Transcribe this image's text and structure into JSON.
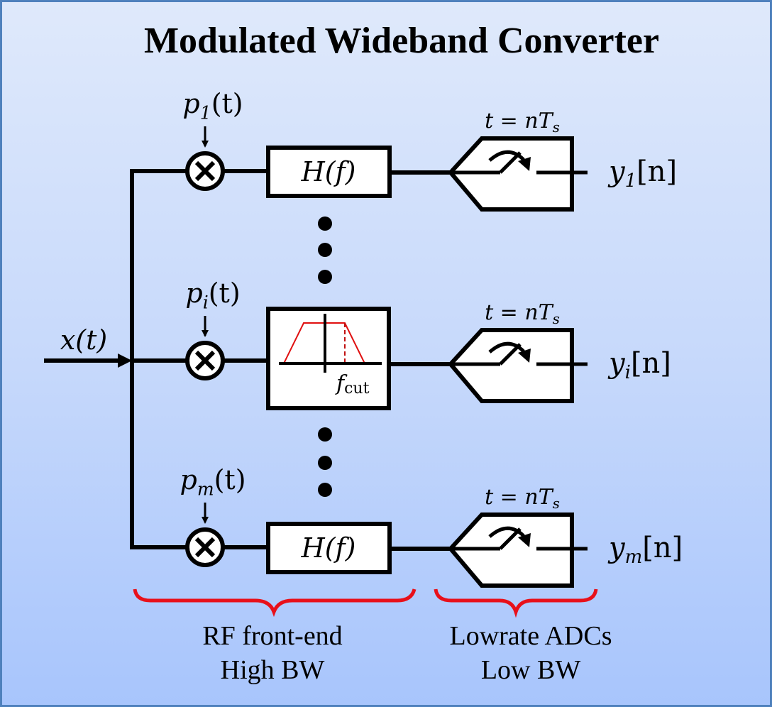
{
  "title": "Modulated Wideband Converter",
  "input": {
    "label": "x(t)"
  },
  "branches": [
    {
      "id": "1",
      "mixer_label_base": "p",
      "mixer_label_sub": "1",
      "mixer_label_tail": "(t)",
      "filter": "H(f)",
      "sampler_label": "t = nT",
      "sampler_sub": "s",
      "output_base": "y",
      "output_sub": "1",
      "output_tail": "[n]"
    },
    {
      "id": "i",
      "mixer_label_base": "p",
      "mixer_label_sub": "i",
      "mixer_label_tail": "(t)",
      "filter": "lowpass-plot",
      "filter_annotation_base": "f",
      "filter_annotation_sub": "cut",
      "sampler_label": "t = nT",
      "sampler_sub": "s",
      "output_base": "y",
      "output_sub": "i",
      "output_tail": "[n]"
    },
    {
      "id": "m",
      "mixer_label_base": "p",
      "mixer_label_sub": "m",
      "mixer_label_tail": "(t)",
      "filter": "H(f)",
      "sampler_label": "t = nT",
      "sampler_sub": "s",
      "output_base": "y",
      "output_sub": "m",
      "output_tail": "[n]"
    }
  ],
  "groups": [
    {
      "line1": "RF front-end",
      "line2": "High BW"
    },
    {
      "line1": "Lowrate ADCs",
      "line2": "Low BW"
    }
  ],
  "colors": {
    "border": "#4f81bd",
    "brace": "#e8101a",
    "filter_curve": "#e01010",
    "line": "#000000"
  }
}
